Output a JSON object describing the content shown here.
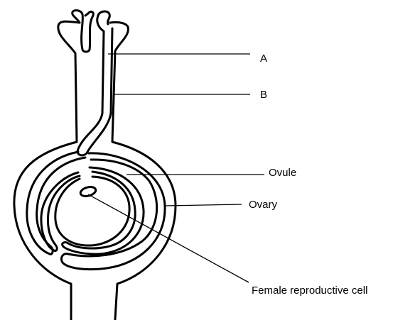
{
  "diagram": {
    "labels": {
      "a": "A",
      "b": "B",
      "ovule": "Ovule",
      "ovary": "Ovary",
      "female_cell": "Female reproductive cell"
    }
  }
}
